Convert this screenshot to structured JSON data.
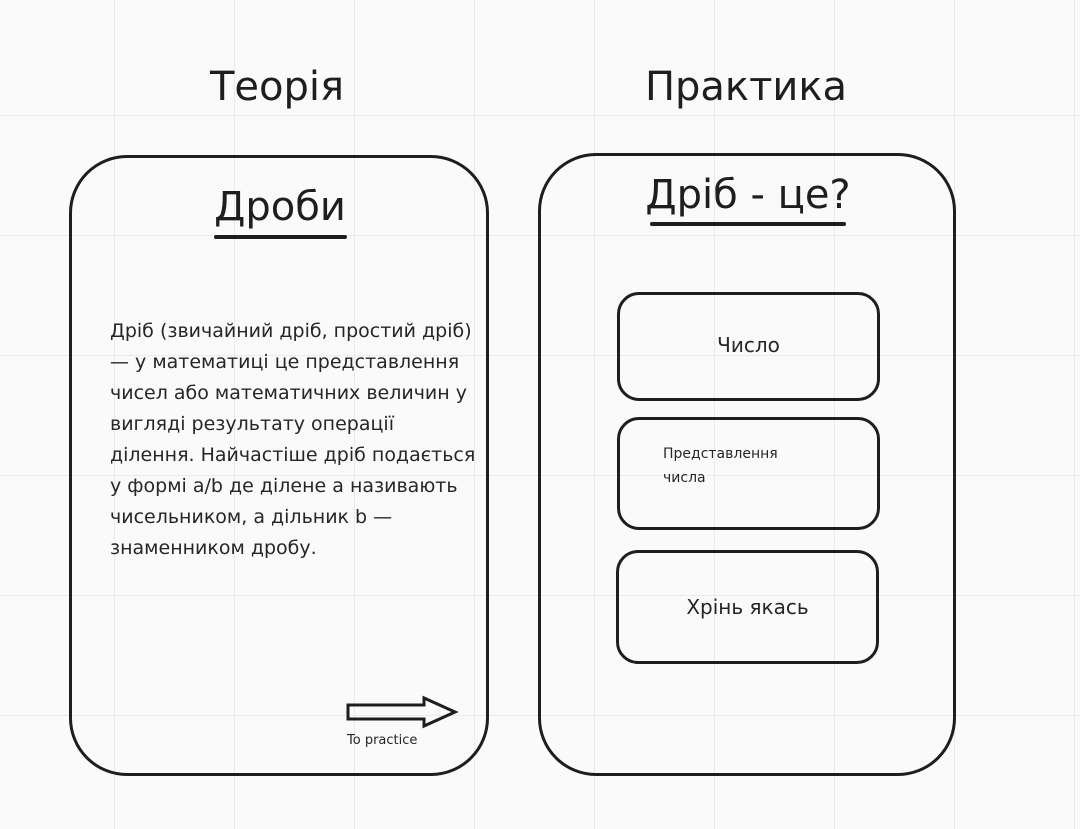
{
  "theory": {
    "heading": "Теорія",
    "card_title": "Дроби",
    "text": "Дріб (звичайний дріб, простий дріб) — у математиці це представлення чисел або математичних величин у вигляді результату операції ділення. Найчастіше дріб подається у формі a/b  де ділене a називають чисельником, а дільник b — знаменником дробу.",
    "next_label": "To practice"
  },
  "practice": {
    "heading": "Практика",
    "card_title": "Дріб - це?",
    "options": [
      {
        "label": "Число"
      },
      {
        "label": "Представлення числа"
      },
      {
        "label": "Хрінь якась"
      }
    ]
  },
  "icons": {
    "next": "arrow-right-icon"
  }
}
